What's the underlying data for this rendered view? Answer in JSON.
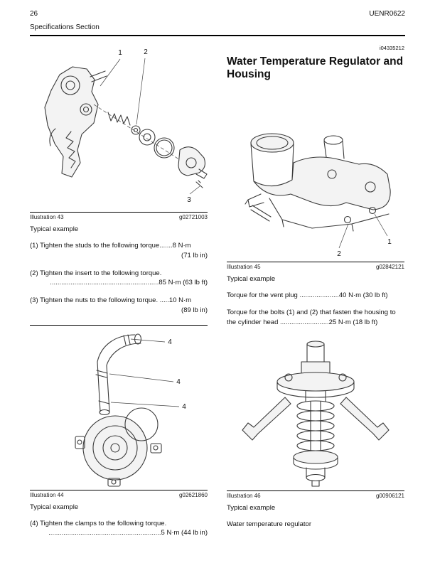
{
  "header": {
    "page_number": "26",
    "doc_code": "UENR0622",
    "section": "Specifications Section"
  },
  "article": {
    "ref_code": "i04335212",
    "title": "Water Temperature Regulator and Housing"
  },
  "illustration43": {
    "label": "Illustration 43",
    "code": "g02721003",
    "caption": "Typical example",
    "callout_1": "1",
    "callout_2": "2",
    "callout_3": "3"
  },
  "specs_left": {
    "item1_line1": "(1) Tighten the studs to the following torque.......8 N·m",
    "item1_line2": "(71 lb in)",
    "item2_line1": "(2) Tighten the insert to the following torque.",
    "item2_line2": "..........................................................85 N·m (63 lb ft)",
    "item3_line1": "(3) Tighten the nuts to the following torque. .....10 N·m",
    "item3_line2": "(89 lb in)",
    "item4_line1": "(4) Tighten the clamps to the following torque.",
    "item4_line2": "............................................................5 N·m (44 lb in)"
  },
  "illustration44": {
    "label": "Illustration 44",
    "code": "g02621860",
    "caption": "Typical example",
    "callout_a": "4",
    "callout_b": "4",
    "callout_c": "4"
  },
  "illustration45": {
    "label": "Illustration 45",
    "code": "g02842121",
    "caption": "Typical example",
    "callout_1": "1",
    "callout_2": "2"
  },
  "specs_right": {
    "vent_plug": "Torque for the vent plug .....................40 N·m (30 lb ft)",
    "bolts": "Torque for the bolts (1) and (2) that fasten the housing to the cylinder head ..........................25 N·m (18 lb ft)"
  },
  "illustration46": {
    "label": "Illustration 46",
    "code": "g00906121",
    "caption": "Typical example",
    "note": "Water temperature regulator"
  }
}
